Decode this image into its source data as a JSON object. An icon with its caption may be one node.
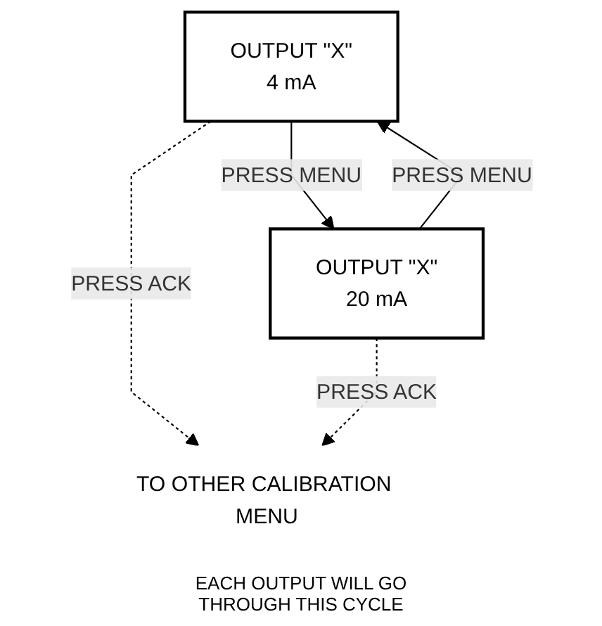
{
  "diagram": {
    "nodes": [
      {
        "text": [
          "TO OTHER CALIBRATION MENU"
        ]
      },
      {
        "text": [
          "OUTPUT \"X\"",
          "4 mA"
        ]
      },
      {
        "text": [
          "OUTPUT \"X\"",
          "20 mA"
        ]
      }
    ],
    "edges": [
      {
        "from": 1,
        "to": 2,
        "arrow": "to",
        "label": "PRESS MENU"
      },
      {
        "from": 2,
        "to": 1,
        "arrow": "to",
        "label": "PRESS MENU"
      },
      {
        "from": 1,
        "to": 0,
        "arrow": "to",
        "label": "PRESS ACK",
        "style": "dashed"
      },
      {
        "from": 2,
        "to": 0,
        "arrow": "to",
        "label": "PRESS ACK",
        "style": "dashed"
      }
    ],
    "labels": [
      "EACH OUTPUT WILL GO THROUGH THIS CYCLE"
    ]
  }
}
